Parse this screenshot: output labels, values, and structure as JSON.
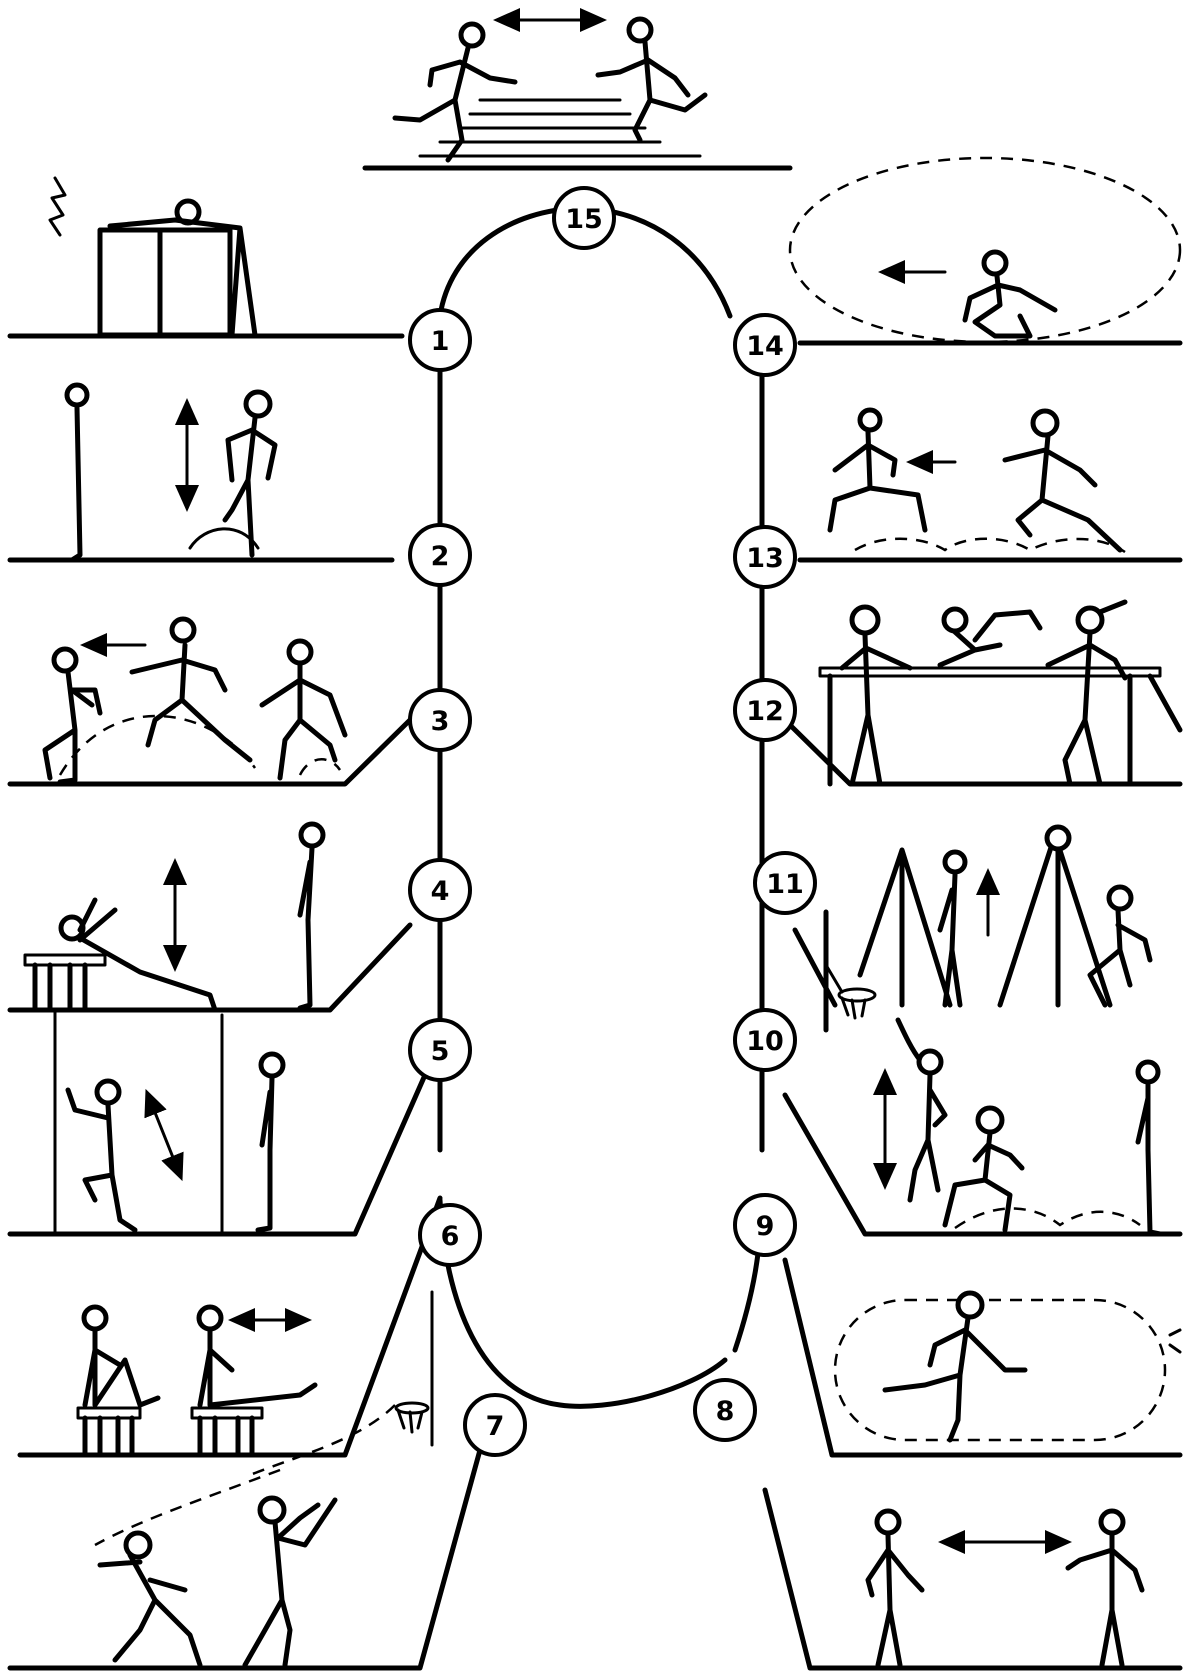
{
  "circuit": {
    "stations": [
      {
        "number": "1"
      },
      {
        "number": "2"
      },
      {
        "number": "3"
      },
      {
        "number": "4"
      },
      {
        "number": "5"
      },
      {
        "number": "6"
      },
      {
        "number": "7"
      },
      {
        "number": "8"
      },
      {
        "number": "9"
      },
      {
        "number": "10"
      },
      {
        "number": "11"
      },
      {
        "number": "12"
      },
      {
        "number": "13"
      },
      {
        "number": "14"
      },
      {
        "number": "15"
      }
    ]
  },
  "colors": {
    "ink": "#000000",
    "paper": "#ffffff"
  }
}
